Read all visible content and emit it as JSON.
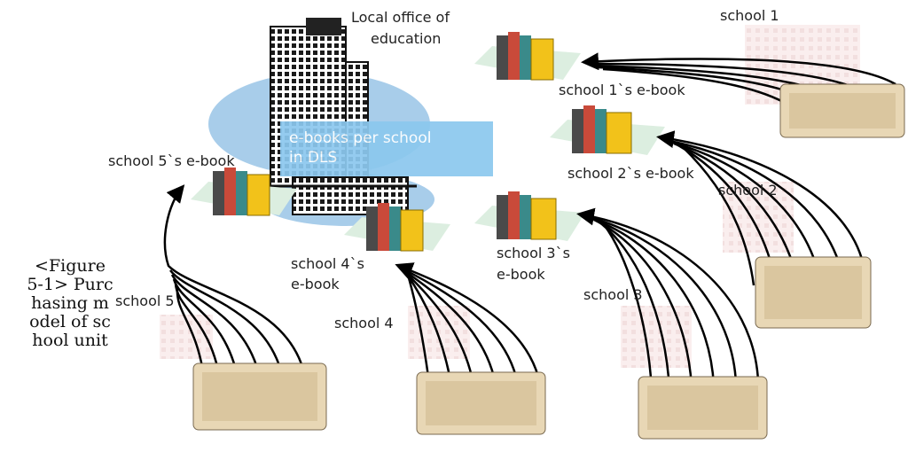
{
  "hub": {
    "title_line1": "Local office of",
    "title_line2": "education",
    "dls_line1": "e-books per school",
    "dls_line2": "in DLS"
  },
  "schools": {
    "s1": {
      "name": "school 1",
      "ebook": "school 1`s e-book"
    },
    "s2": {
      "name": "school 2",
      "ebook": "school 2`s e-book"
    },
    "s3": {
      "name": "school 3",
      "ebook_line1": "school 3`s",
      "ebook_line2": "e-book"
    },
    "s4": {
      "name": "school 4",
      "ebook_line1": "school 4`s",
      "ebook_line2": "e-book"
    },
    "s5": {
      "name": "school 5",
      "ebook": "school 5`s e-book"
    }
  },
  "caption": "<Figure 5-1> Purchasing model of school unit"
}
